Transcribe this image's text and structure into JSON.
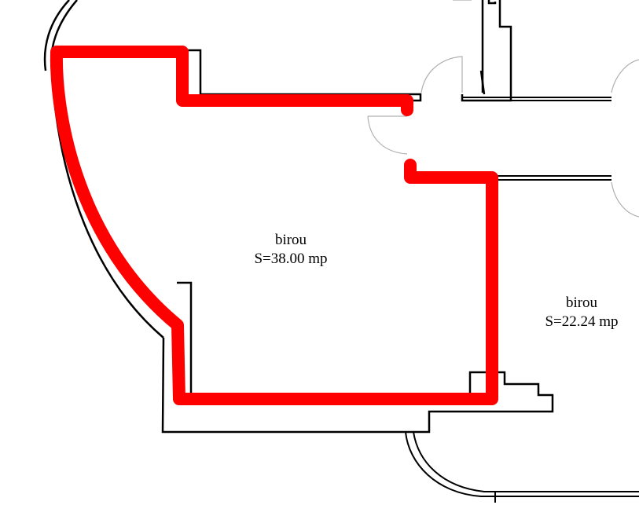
{
  "rooms": [
    {
      "name": "birou",
      "area": "S=38.00 mp"
    },
    {
      "name": "birou",
      "area": "S=22.24 mp"
    }
  ],
  "colors": {
    "wall": "#000000",
    "highlight": "#ff0000",
    "door_arc": "#b0b0b0",
    "background": "#ffffff"
  }
}
